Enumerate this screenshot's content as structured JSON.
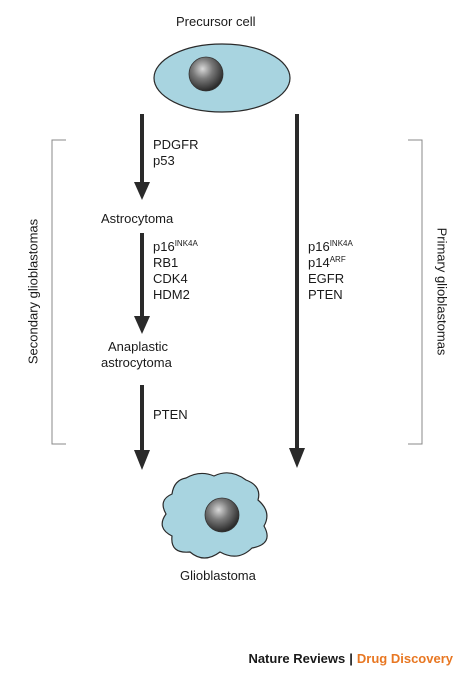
{
  "nodes": {
    "precursor": "Precursor cell",
    "astrocytoma": "Astrocytoma",
    "anaplastic_line1": "Anaplastic",
    "anaplastic_line2": "astrocytoma",
    "glioblastoma": "Glioblastoma"
  },
  "pathways": {
    "secondary_label": "Secondary glioblastomas",
    "primary_label": "Primary glioblastomas"
  },
  "genes": {
    "step1": [
      "PDGFR",
      "p53"
    ],
    "step2": {
      "p16_base": "p16",
      "p16_sup": "INK4A",
      "others": [
        "RB1",
        "CDK4",
        "HDM2"
      ]
    },
    "step3": [
      "PTEN"
    ],
    "primary": {
      "p16_base": "p16",
      "p16_sup": "INK4A",
      "p14_base": "p14",
      "p14_sup": "ARF",
      "others": [
        "EGFR",
        "PTEN"
      ]
    }
  },
  "footer": {
    "journal": "Nature Reviews",
    "separator": "|",
    "section": "Drug Discovery",
    "section_color": "#e87722"
  },
  "colors": {
    "cell_fill": "#a8d4e0",
    "cell_stroke": "#2a2a2a",
    "arrow": "#2a2a2a",
    "bracket": "#888888"
  }
}
